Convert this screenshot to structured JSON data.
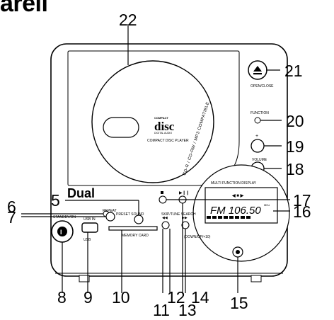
{
  "heading": "arell",
  "brand": "Dual",
  "disc": {
    "logo_small": "COMPACT",
    "logo_big": "disc",
    "logo_sub": "DIGITAL AUDIO",
    "caption": "COMPACT DISC PLAYER",
    "compat_text": "CD-R / CD-RW / MP3 COMPATIBLE"
  },
  "panel_labels": {
    "open_close": "OPEN/CLOSE",
    "function": "FUNCTION",
    "volume": "VOLUME",
    "repeat": "REPEAT",
    "preset_sound": "PRESET SOUND",
    "standby_on": "STANDBY/ON",
    "usb_in": "USB IN",
    "usb_logo": "USB",
    "memory_card": "MEMORY CARD",
    "skip_tune_search": "SKIP/TUNE SEARCH",
    "down_up": "(DOWN/UP/+10)",
    "multi_function_display": "MULTI FUNCTION DISPLAY",
    "display_reading": "FM 106.50",
    "display_unit": "MHz"
  },
  "callouts": [
    "22",
    "21",
    "20",
    "19",
    "18",
    "17",
    "16",
    "15",
    "14",
    "13",
    "12",
    "11",
    "10",
    "9",
    "8",
    "7",
    "6",
    "5"
  ]
}
